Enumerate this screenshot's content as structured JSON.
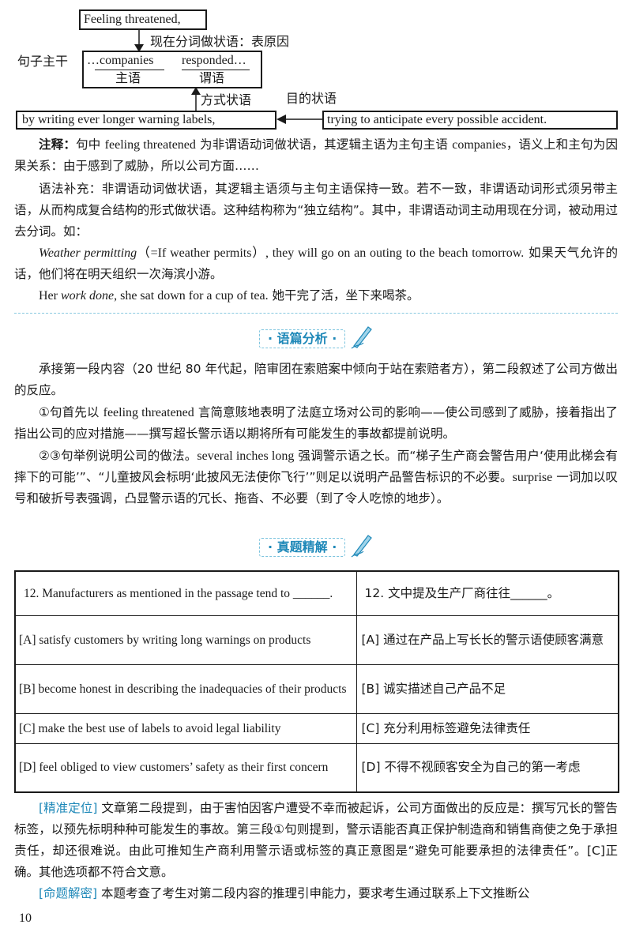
{
  "diagram": {
    "left_label": "句子主干",
    "top_box": "Feeling threatened,",
    "top_annot": "现在分词做状语：表原因",
    "main_subject": "…companies",
    "main_verb": "responded…",
    "label_subject": "主语",
    "label_verb": "谓语",
    "manner_annot": "方式状语",
    "purpose_annot": "目的状语",
    "left_bottom_box": "by writing ever longer warning labels,",
    "right_bottom_box": "trying to anticipate every possible accident."
  },
  "notes": {
    "note_label": "注释：",
    "note_text_a": "句中 ",
    "note_text_en": "feeling threatened",
    "note_text_b": " 为非谓语动词做状语，其逻辑主语为主句主语 ",
    "note_text_en2": "companies",
    "note_text_c": "，语义上和主句为因果关系：由于感到了威胁，所以公司方面……",
    "grammar": "语法补充：非谓语动词做状语，其逻辑主语须与主句主语保持一致。若不一致，非谓语动词形式须另带主语，从而构成复合结构的形式做状语。这种结构称为“独立结构”。其中，非谓语动词主动用现在分词，被动用过去分词。如：",
    "ex1_it": "Weather permitting",
    "ex1_en": "（=If weather permits）, they will go on an outing to the beach tomorrow.",
    "ex1_cn": " 如果天气允许的话，他们将在明天组织一次海滨小游。",
    "ex2_a": "Her ",
    "ex2_it": "work done",
    "ex2_b": ", she sat down for a cup of tea.",
    "ex2_cn": " 她干完了活，坐下来喝茶。"
  },
  "section1": {
    "title": "· 语篇分析 ·",
    "p1": "承接第一段内容（20 世纪 80 年代起，陪审团在索赔案中倾向于站在索赔者方），第二段叙述了公司方做出的反应。",
    "p2_a": "①句首先以 ",
    "p2_en": "feeling threatened",
    "p2_b": " 言简意赅地表明了法庭立场对公司的影响——使公司感到了威胁，接着指出了指出公司的应对措施——撰写超长警示语以期将所有可能发生的事故都提前说明。",
    "p3_a": "②③句举例说明公司的做法。",
    "p3_en": "several inches long",
    "p3_b": " 强调警示语之长。而“梯子生产商会警告用户‘使用此梯会有摔下的可能’”、“儿童披风会标明‘此披风无法使你飞行’”则足以说明产品警告标识的不必要。",
    "p3_en2": "surprise",
    "p3_c": " 一词加以叹号和破折号表强调，凸显警示语的冗长、拖沓、不必要（到了令人吃惊的地步）。"
  },
  "section2": {
    "title": "· 真题精解 ·",
    "table": [
      {
        "en": "12. Manufacturers as mentioned in the passage tend to ______.",
        "cn": "12. 文中提及生产厂商往往______。"
      },
      {
        "en": "[A] satisfy customers by writing long warnings on products",
        "cn": "[A] 通过在产品上写长长的警示语使顾客满意"
      },
      {
        "en": "[B] become honest in describing the inadequacies of their products",
        "cn": "[B] 诚实描述自己产品不足"
      },
      {
        "en": "[C] make the best use of labels to avoid legal liability",
        "cn": "[C] 充分利用标签避免法律责任"
      },
      {
        "en": "[D] feel obliged to view customers’ safety as their first concern",
        "cn": "[D] 不得不视顾客安全为自己的第一考虑"
      }
    ],
    "locate_tag": "[精准定位]",
    "locate_text": " 文章第二段提到，由于害怕因客户遭受不幸而被起诉，公司方面做出的反应是：撰写冗长的警告标签，以预先标明种种可能发生的事故。第三段①句则提到，警示语能否真正保护制造商和销售商使之免于承担责任，却还很难说。由此可推知生产商利用警示语或标签的真正意图是“避免可能要承担的法律责任”。[C]正确。其他选项都不符合文意。",
    "secret_tag": "[命题解密]",
    "secret_text": " 本题考查了考生对第二段内容的推理引申能力，要求考生通过联系上下文推断公"
  },
  "page_number": "10",
  "colors": {
    "accent": "#1e88b8",
    "dash": "#88c8e0"
  }
}
